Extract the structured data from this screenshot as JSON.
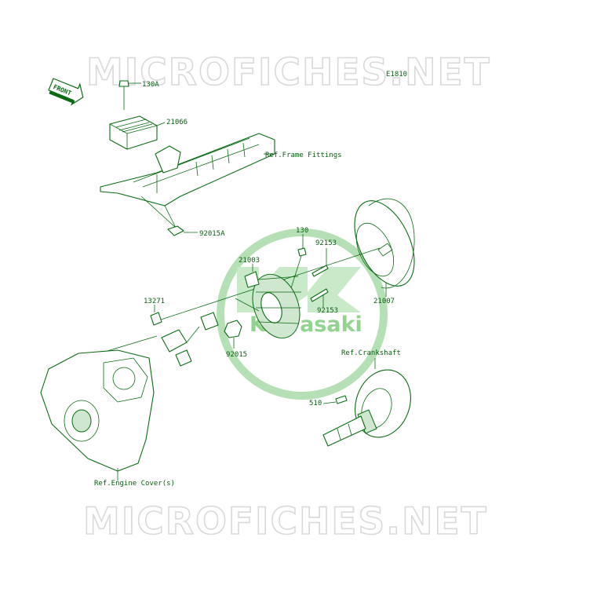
{
  "diagram": {
    "code": "E1810",
    "watermark_top": "MICROFICHES.NET",
    "watermark_bottom": "MICROFICHES.NET",
    "logo_text": "Kawasaki",
    "front_arrow": "FRONT",
    "labels": {
      "p130a": "130A",
      "p21066": "21066",
      "frame": "Ref.Frame Fittings",
      "p92015a": "92015A",
      "p130": "130",
      "p21003": "21003",
      "p92153a": "92153",
      "p92153b": "92153",
      "p21007": "21007",
      "p13271": "13271",
      "p92015": "92015",
      "crank": "Ref.Crankshaft",
      "p510": "510",
      "engine": "Ref.Engine Cover(s)"
    },
    "colors": {
      "line": "#0b6b14",
      "text": "#0a5c12",
      "logo": "#2fae3c",
      "watermark": "#d9d9d9"
    }
  }
}
